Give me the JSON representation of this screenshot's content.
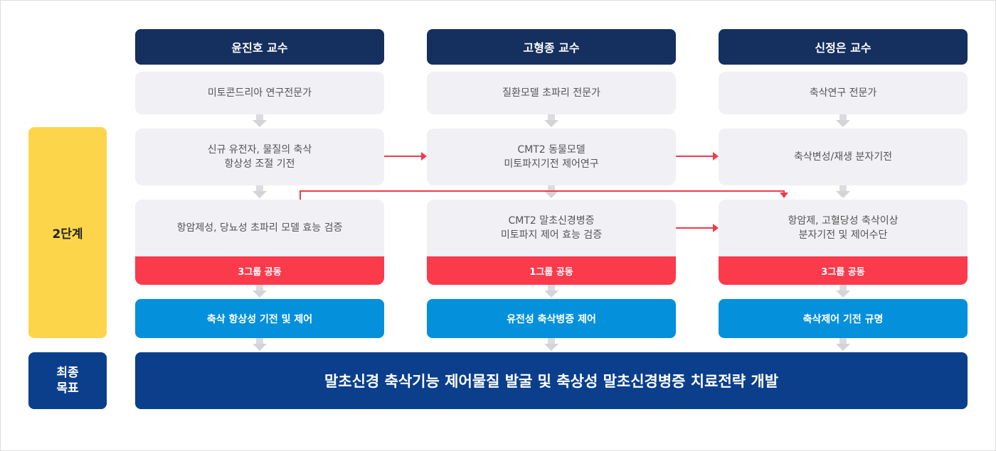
{
  "stage_label": "2단계",
  "final_label": "최종\n목표",
  "final_goal": "말초신경 축삭기능 제어물질 발굴 및 축상성 말초신경병증 치료전략 개발",
  "columns": [
    {
      "professor": "윤진호 교수",
      "expertise": "미토콘드리아 연구전문가",
      "step1": "신규 유전자, 물질의 축삭\n항상성 조절 기전",
      "step2": "항암제성, 당뇨성 초파리 모델 효능 검증",
      "collab": "3그룹 공동",
      "outcome": "축삭 항상성 기전 및 제어"
    },
    {
      "professor": "고형종 교수",
      "expertise": "질환모델 초파리 전문가",
      "step1": "CMT2 동물모델\n미토파지기전 제어연구",
      "step2": "CMT2 말초신경병증\n미토파지 제어 효능 검증",
      "collab": "1그룹 공동",
      "outcome": "유전성 축삭병증 제어"
    },
    {
      "professor": "신정은 교수",
      "expertise": "축삭연구 전문가",
      "step1": "축삭변성/재생 분자기전",
      "step2": "항암제, 고혈당성 축삭이상\n분자기전 및 제어수단",
      "collab": "3그룹 공동",
      "outcome": "축삭제어 기전 규명"
    }
  ]
}
